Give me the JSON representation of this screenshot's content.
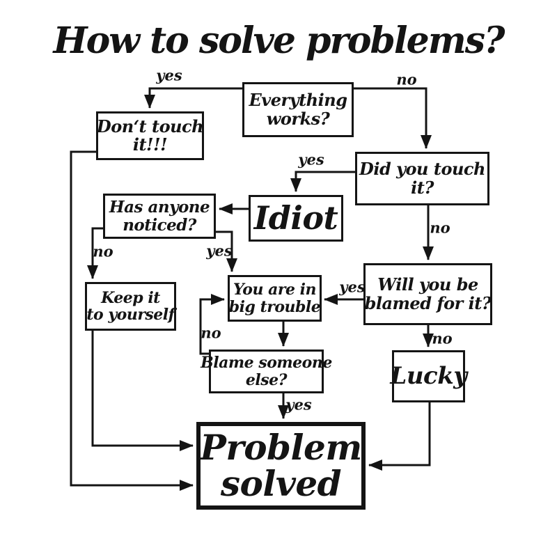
{
  "title": "How to solve problems?",
  "nodes": {
    "everything_works": {
      "lines": [
        "Everything",
        "works?"
      ]
    },
    "dont_touch": {
      "lines": [
        "Don‘t touch",
        "it!!!"
      ]
    },
    "did_you_touch": {
      "lines": [
        "Did you touch",
        "it?"
      ]
    },
    "idiot": {
      "lines": [
        "Idiot"
      ]
    },
    "has_noticed": {
      "lines": [
        "Has anyone",
        "noticed?"
      ]
    },
    "will_blamed": {
      "lines": [
        "Will you be",
        "blamed for it?"
      ]
    },
    "keep_it": {
      "lines": [
        "Keep it",
        "to yourself"
      ]
    },
    "big_trouble": {
      "lines": [
        "You are in",
        "big trouble"
      ]
    },
    "blame_someone": {
      "lines": [
        "Blame someone",
        "else?"
      ]
    },
    "lucky": {
      "lines": [
        "Lucky"
      ]
    },
    "problem_solved": {
      "lines": [
        "Problem",
        "solved"
      ]
    }
  },
  "edges": [
    {
      "from": "everything_works",
      "to": "dont_touch",
      "label": "yes"
    },
    {
      "from": "everything_works",
      "to": "did_you_touch",
      "label": "no"
    },
    {
      "from": "did_you_touch",
      "to": "idiot",
      "label": "yes"
    },
    {
      "from": "did_you_touch",
      "to": "will_blamed",
      "label": "no"
    },
    {
      "from": "idiot",
      "to": "has_noticed",
      "label": ""
    },
    {
      "from": "has_noticed",
      "to": "keep_it",
      "label": "no"
    },
    {
      "from": "has_noticed",
      "to": "big_trouble",
      "label": "yes"
    },
    {
      "from": "will_blamed",
      "to": "big_trouble",
      "label": "yes"
    },
    {
      "from": "will_blamed",
      "to": "lucky",
      "label": "no"
    },
    {
      "from": "big_trouble",
      "to": "blame_someone",
      "label": ""
    },
    {
      "from": "blame_someone",
      "to": "big_trouble",
      "label": "no"
    },
    {
      "from": "blame_someone",
      "to": "problem_solved",
      "label": "yes"
    },
    {
      "from": "keep_it",
      "to": "problem_solved",
      "label": ""
    },
    {
      "from": "dont_touch",
      "to": "problem_solved",
      "label": ""
    },
    {
      "from": "lucky",
      "to": "problem_solved",
      "label": ""
    }
  ],
  "colors": {
    "ink": "#141414",
    "background": "#ffffff"
  }
}
